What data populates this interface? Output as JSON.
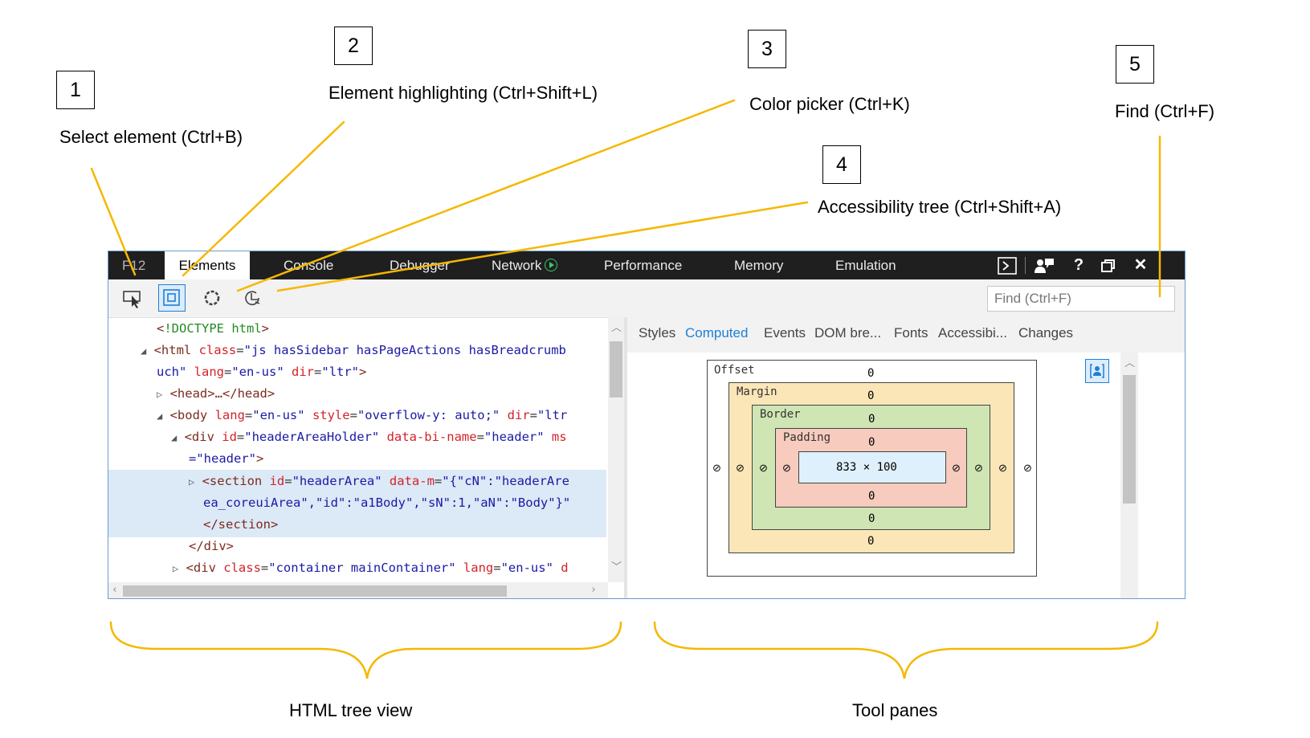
{
  "callouts": [
    {
      "number": "1",
      "label": "Select element (Ctrl+B)"
    },
    {
      "number": "2",
      "label": "Element highlighting (Ctrl+Shift+L)"
    },
    {
      "number": "3",
      "label": "Color picker (Ctrl+K)"
    },
    {
      "number": "4",
      "label": "Accessibility tree (Ctrl+Shift+A)"
    },
    {
      "number": "5",
      "label": "Find (Ctrl+F)"
    }
  ],
  "brace_labels": {
    "left": "HTML tree view",
    "right": "Tool panes"
  },
  "annotation_color": "#f5b800",
  "titlebar": {
    "tabs": [
      "F12",
      "Elements",
      "Console",
      "Debugger",
      "Network",
      "Performance",
      "Memory",
      "Emulation"
    ],
    "active_tab": "Elements",
    "icons": [
      "console-prompt-icon",
      "feedback-icon",
      "help-icon",
      "undock-icon",
      "close-icon"
    ],
    "help_glyph": "?",
    "close_glyph": "✕"
  },
  "toolbar": {
    "tools": [
      "select-element-icon",
      "element-highlighting-icon",
      "color-picker-icon",
      "accessibility-tree-icon"
    ],
    "active_tool": "element-highlighting-icon",
    "find_placeholder": "Find (Ctrl+F)"
  },
  "tree_lines": [
    {
      "text": "<!DOCTYPE html>"
    },
    {
      "text": "◢ <html class=\"js hasSidebar hasPageActions hasBreadcrumb"
    },
    {
      "text": "uch\" lang=\"en-us\" dir=\"ltr\">"
    },
    {
      "text": "▷ <head>…</head>"
    },
    {
      "text": "◢ <body lang=\"en-us\" style=\"overflow-y: auto;\" dir=\"ltr"
    },
    {
      "text": "◢ <div id=\"headerAreaHolder\" data-bi-name=\"header\" ms"
    },
    {
      "text": "=\"header\">"
    },
    {
      "text": "▷ <section id=\"headerArea\" data-m=\"{\"cN\":\"headerAre"
    },
    {
      "text": "ea_coreuiArea\",\"id\":\"a1Body\",\"sN\":1,\"aN\":\"Body\"}\""
    },
    {
      "text": "</section>"
    },
    {
      "text": "</div>"
    },
    {
      "text": "▷ <div class=\"container mainContainer\" lang=\"en-us\" d"
    }
  ],
  "pane_tabs": [
    "Styles",
    "Computed",
    "Events",
    "DOM bre...",
    "Fonts",
    "Accessibi...",
    "Changes"
  ],
  "active_pane_tab": "Computed",
  "box_model": {
    "offset": {
      "label": "Offset",
      "top": "0",
      "bottom": "",
      "left": "⊘",
      "right": "⊘"
    },
    "margin": {
      "label": "Margin",
      "top": "0",
      "bottom": "0",
      "left": "⊘",
      "right": "⊘"
    },
    "border": {
      "label": "Border",
      "top": "0",
      "bottom": "0",
      "left": "⊘",
      "right": "⊘"
    },
    "padding": {
      "label": "Padding",
      "top": "0",
      "bottom": "0",
      "left": "⊘",
      "right": "⊘"
    },
    "content": "833 × 100",
    "colors": {
      "margin": "#fbe6b8",
      "border": "#cfe6b4",
      "padding": "#f7cbbd",
      "content": "#def0fb"
    }
  }
}
